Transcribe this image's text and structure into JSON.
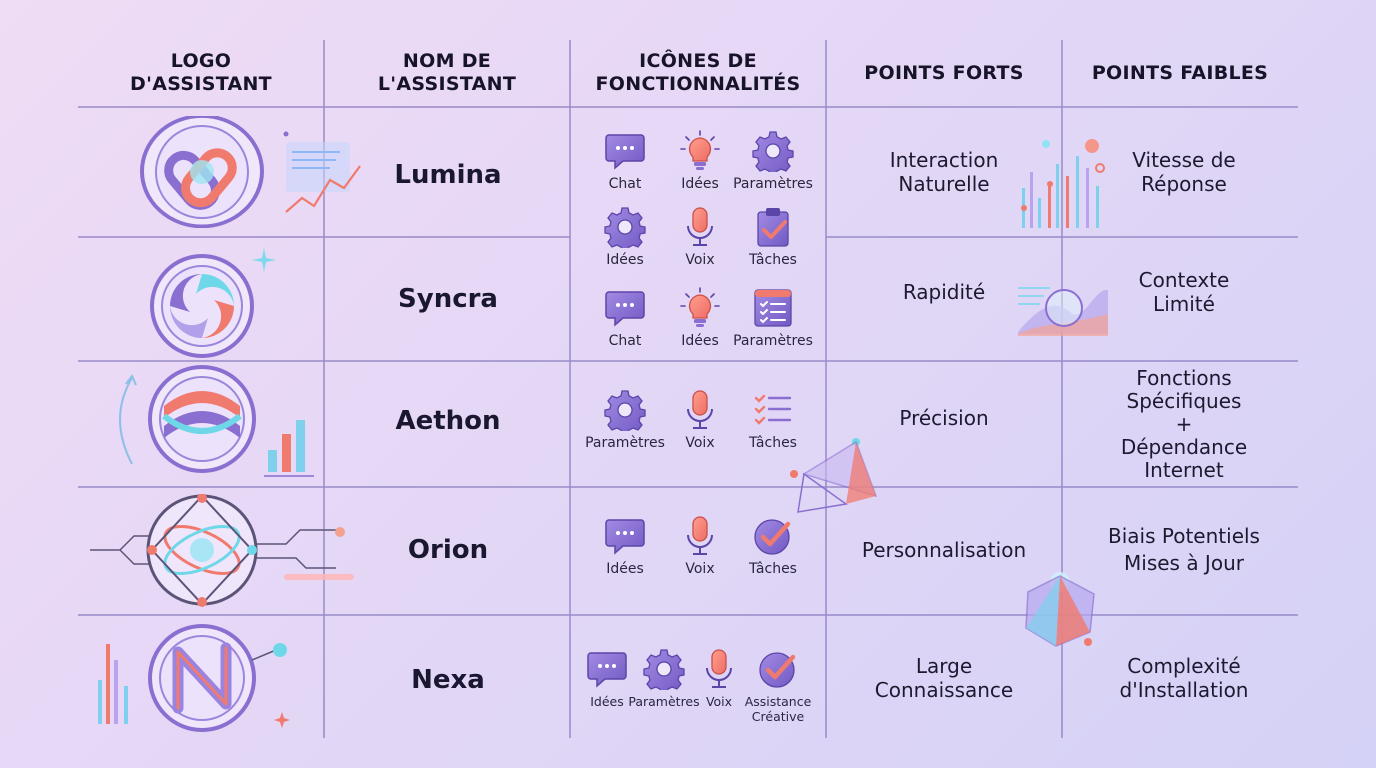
{
  "headers": {
    "logo": "LOGO D'ASSISTANT",
    "logo_l1": "LOGO",
    "logo_l2": "D'ASSISTANT",
    "name_l1": "NOM DE",
    "name_l2": "L'ASSISTANT",
    "icons_l1": "ICÔNES DE",
    "icons_l2": "FONCTIONNALITÉS",
    "strengths": "POINTS FORTS",
    "weaknesses": "POINTS FAIBLES"
  },
  "rows": [
    {
      "name": "Lumina",
      "strength": [
        "Interaction",
        "Naturelle"
      ],
      "weakness": [
        "Vitesse de",
        "Réponse"
      ]
    },
    {
      "name": "Syncra",
      "strength": [
        "Rapidité"
      ],
      "weakness": [
        "Contexte",
        "Limité"
      ]
    },
    {
      "name": "Aethon",
      "strength": [
        "Précision"
      ],
      "weakness": [
        "Fonctions",
        "Spécifiques",
        "+",
        "Dépendance",
        "Internet"
      ]
    },
    {
      "name": "Orion",
      "strength": [
        "Personnalisation"
      ],
      "weakness": [
        "Biais Potentiels",
        "Mises à Jour"
      ]
    },
    {
      "name": "Nexa",
      "strength": [
        "Large",
        "Connaissance"
      ],
      "weakness": [
        "Complexité",
        "d'Installation"
      ]
    }
  ],
  "features": {
    "g1": [
      "Chat",
      "Idées",
      "Paramètres"
    ],
    "g2": [
      "Idées",
      "Voix",
      "Tâches"
    ],
    "g3": [
      "Chat",
      "Idées",
      "Paramètres"
    ],
    "g4": [
      "Paramètres",
      "Voix",
      "Tâches"
    ],
    "g5": [
      "Idées",
      "Voix",
      "Tâches"
    ],
    "g6": [
      "Idées",
      "Paramètres",
      "Voix",
      "Assistance",
      "Créative"
    ]
  },
  "icons": {
    "chat": "chat-bubble-icon",
    "ideas": "lightbulb-icon",
    "settings": "gear-icon",
    "voice": "microphone-icon",
    "tasks": "clipboard-check-icon",
    "checklist": "checklist-icon",
    "check": "check-circle-icon"
  },
  "colors": {
    "purple": "#8a6fd1",
    "purple_dark": "#6a52b8",
    "coral": "#f07a6e",
    "cyan": "#6fd8e8",
    "grid": "#8b7ec0"
  }
}
